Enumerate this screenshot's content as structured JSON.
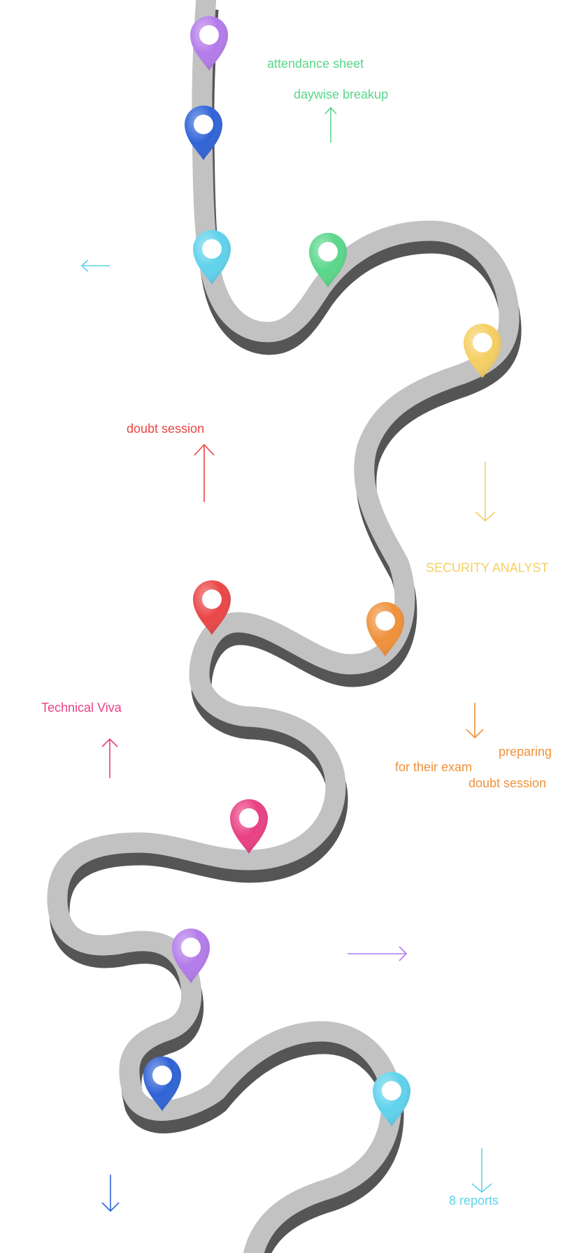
{
  "colors": {
    "road_top": "#c2c2c2",
    "road_side": "#555555",
    "purple": "#b37bea",
    "blue": "#2f63d6",
    "cyan": "#5fd2ec",
    "green": "#5ad68a",
    "yellow": "#f5cf62",
    "orange": "#f0913a",
    "red": "#ea4545",
    "pink": "#e93f83"
  },
  "pins": [
    {
      "name": "pin-purple-top",
      "color": "purple"
    },
    {
      "name": "pin-blue-top",
      "color": "blue"
    },
    {
      "name": "pin-cyan-top",
      "color": "cyan"
    },
    {
      "name": "pin-green",
      "color": "green"
    },
    {
      "name": "pin-yellow",
      "color": "yellow"
    },
    {
      "name": "pin-red",
      "color": "red"
    },
    {
      "name": "pin-orange",
      "color": "orange"
    },
    {
      "name": "pin-pink",
      "color": "pink"
    },
    {
      "name": "pin-purple-bottom",
      "color": "purple"
    },
    {
      "name": "pin-blue-bottom",
      "color": "blue"
    },
    {
      "name": "pin-cyan-bottom",
      "color": "cyan"
    }
  ],
  "labels": {
    "attendance_sheet": "attendance sheet",
    "daywise_breakup": "daywise breakup",
    "doubt_session_top": "doubt session",
    "security_analyst": "SECURITY ANALYST",
    "technical_viva": "Technical Viva",
    "preparing": "preparing",
    "for_their_exam": "for their exam",
    "doubt_session_bottom": "doubt session",
    "reports": "8 reports"
  },
  "arrows": [
    {
      "name": "arrow-up-green",
      "direction": "up",
      "color": "green"
    },
    {
      "name": "arrow-left-cyan",
      "direction": "left",
      "color": "cyan"
    },
    {
      "name": "arrow-up-red",
      "direction": "up",
      "color": "red"
    },
    {
      "name": "arrow-down-yellow",
      "direction": "down",
      "color": "yellow"
    },
    {
      "name": "arrow-down-orange",
      "direction": "down",
      "color": "orange"
    },
    {
      "name": "arrow-up-pink",
      "direction": "up",
      "color": "pink"
    },
    {
      "name": "arrow-right-purple",
      "direction": "right",
      "color": "purple"
    },
    {
      "name": "arrow-down-blue",
      "direction": "down",
      "color": "blue"
    },
    {
      "name": "arrow-down-cyan",
      "direction": "down",
      "color": "cyan"
    }
  ]
}
